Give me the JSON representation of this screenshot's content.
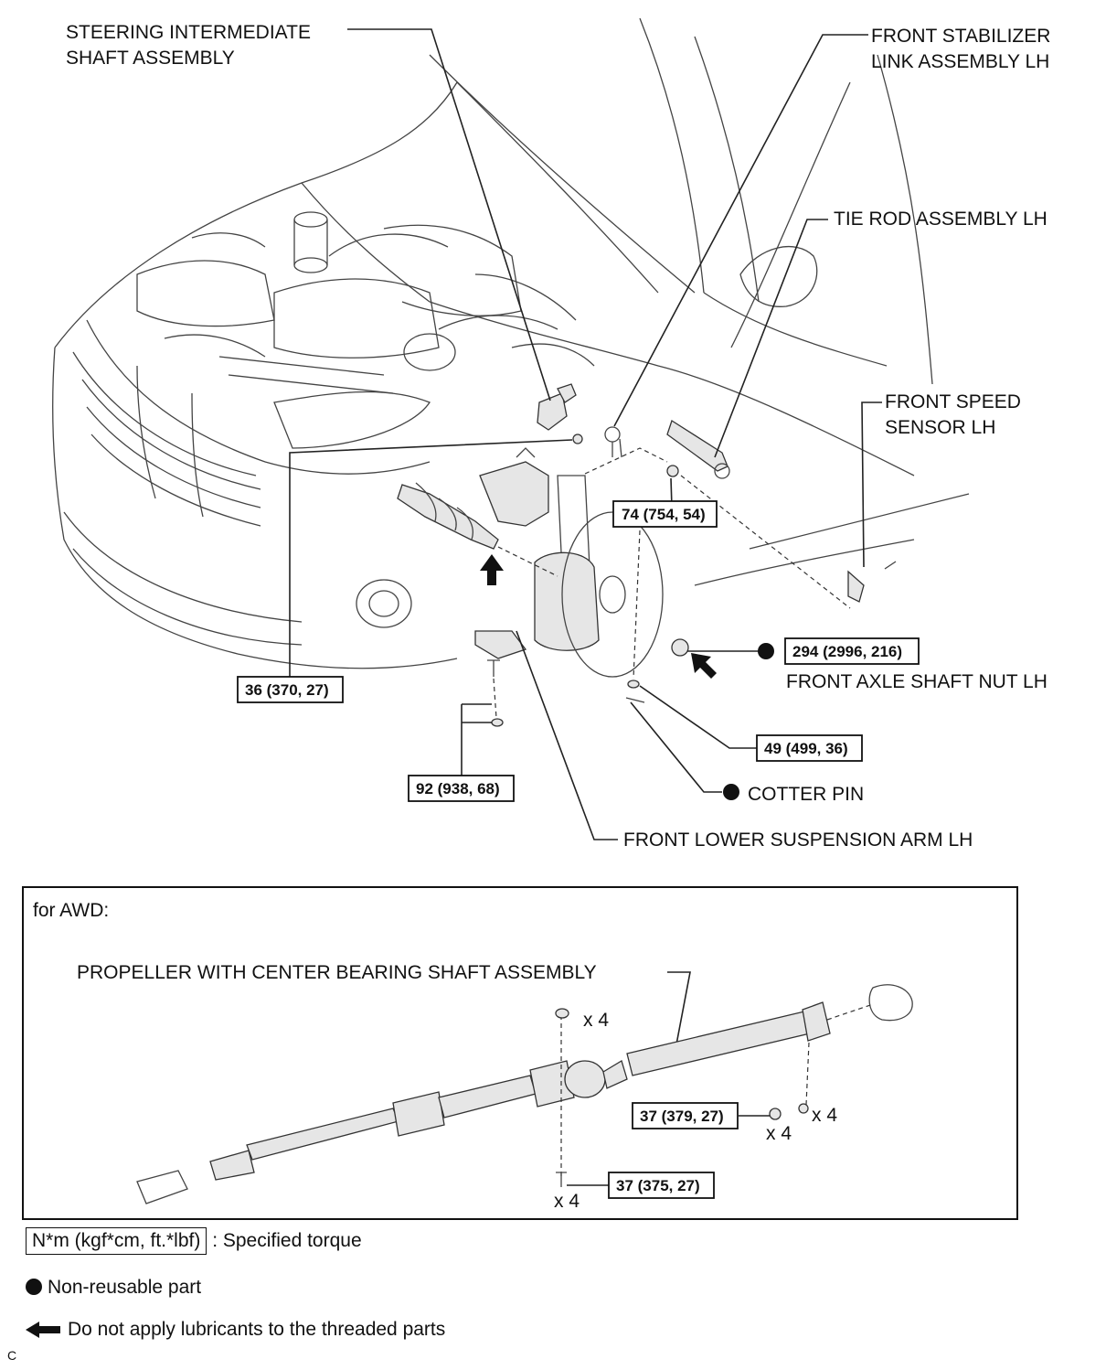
{
  "labels": {
    "steering_shaft": [
      "STEERING INTERMEDIATE",
      "SHAFT ASSEMBLY"
    ],
    "stabilizer_link": [
      "FRONT STABILIZER",
      "LINK ASSEMBLY LH"
    ],
    "tie_rod": "TIE ROD ASSEMBLY LH",
    "speed_sensor": [
      "FRONT SPEED",
      "SENSOR LH"
    ],
    "axle_nut": "FRONT AXLE SHAFT NUT LH",
    "cotter_pin": "COTTER PIN",
    "lower_arm": "FRONT LOWER SUSPENSION ARM LH"
  },
  "torques": {
    "t74": "74 (754, 54)",
    "t36": "36 (370, 27)",
    "t294": "294 (2996, 216)",
    "t49": "49 (499, 36)",
    "t92": "92 (938, 68)"
  },
  "awd": {
    "heading": "for AWD:",
    "propeller": "PROPELLER WITH CENTER BEARING SHAFT ASSEMBLY",
    "t37a": "37 (379, 27)",
    "t37b": "37 (375, 27)",
    "qty": "x 4"
  },
  "legend": {
    "torque_box": "N*m (kgf*cm, ft.*lbf)",
    "torque_text": ": Specified torque",
    "nonreusable": "Non-reusable part",
    "no_lube": "Do not apply lubricants to the threaded parts"
  },
  "footnote": "C"
}
